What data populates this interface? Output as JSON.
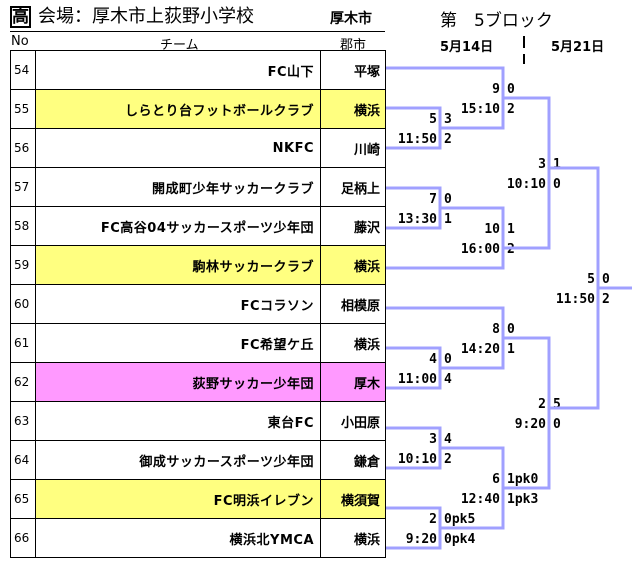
{
  "header": {
    "category_badge": "高",
    "venue": "会場：厚木市上荻野小学校",
    "host_city": "厚木市",
    "block": "第　5ブロック",
    "dates": [
      "5月14日",
      "5月21日"
    ]
  },
  "columns": {
    "no": "No",
    "team": "チーム",
    "city": "郡市"
  },
  "colors": {
    "bracket": "#a0a0ff",
    "yellow": "#ffff80",
    "pink": "#ff99ff"
  },
  "teams": [
    {
      "no": "54",
      "name": "FC山下",
      "city": "平塚",
      "highlight": "none"
    },
    {
      "no": "55",
      "name": "しらとり台フットボールクラブ",
      "city": "横浜",
      "highlight": "yellow"
    },
    {
      "no": "56",
      "name": "NKFC",
      "city": "川崎",
      "highlight": "none"
    },
    {
      "no": "57",
      "name": "開成町少年サッカークラブ",
      "city": "足柄上",
      "highlight": "none"
    },
    {
      "no": "58",
      "name": "FC高谷04サッカースポーツ少年団",
      "city": "藤沢",
      "highlight": "none"
    },
    {
      "no": "59",
      "name": "駒林サッカークラブ",
      "city": "横浜",
      "highlight": "yellow"
    },
    {
      "no": "60",
      "name": "FCコラソン",
      "city": "相模原",
      "highlight": "none"
    },
    {
      "no": "61",
      "name": "FC希望ケ丘",
      "city": "横浜",
      "highlight": "none"
    },
    {
      "no": "62",
      "name": "荻野サッカー少年団",
      "city": "厚木",
      "highlight": "pink"
    },
    {
      "no": "63",
      "name": "東台FC",
      "city": "小田原",
      "highlight": "none"
    },
    {
      "no": "64",
      "name": "御成サッカースポーツ少年団",
      "city": "鎌倉",
      "highlight": "none"
    },
    {
      "no": "65",
      "name": "FC明浜イレブン",
      "city": "横須賀",
      "highlight": "yellow"
    },
    {
      "no": "66",
      "name": "横浜北YMCA",
      "city": "横浜",
      "highlight": "none"
    }
  ],
  "matches": [
    {
      "id": "m5",
      "match_no": "5",
      "time": "11:50",
      "score_top": "3",
      "score_bottom": "2"
    },
    {
      "id": "m7",
      "match_no": "7",
      "time": "13:30",
      "score_top": "0",
      "score_bottom": "1"
    },
    {
      "id": "m4",
      "match_no": "4",
      "time": "11:00",
      "score_top": "0",
      "score_bottom": "4"
    },
    {
      "id": "m3a",
      "match_no": "3",
      "time": "10:10",
      "score_top": "4",
      "score_bottom": "2"
    },
    {
      "id": "m2a",
      "match_no": "2",
      "time": "9:20",
      "score_top": "0pk5",
      "score_bottom": "0pk4"
    },
    {
      "id": "m9",
      "match_no": "9",
      "time": "15:10",
      "score_top": "0",
      "score_bottom": "2"
    },
    {
      "id": "m10",
      "match_no": "10",
      "time": "16:00",
      "score_top": "1",
      "score_bottom": "2"
    },
    {
      "id": "m8",
      "match_no": "8",
      "time": "14:20",
      "score_top": "0",
      "score_bottom": "1"
    },
    {
      "id": "m6",
      "match_no": "6",
      "time": "12:40",
      "score_top": "1pk0",
      "score_bottom": "1pk3"
    },
    {
      "id": "m3b",
      "match_no": "3",
      "time": "10:10",
      "score_top": "1",
      "score_bottom": "0"
    },
    {
      "id": "m2b",
      "match_no": "2",
      "time": "9:20",
      "score_top": "5",
      "score_bottom": "0"
    },
    {
      "id": "m5f",
      "match_no": "5",
      "time": "11:50",
      "score_top": "0",
      "score_bottom": "2"
    }
  ]
}
